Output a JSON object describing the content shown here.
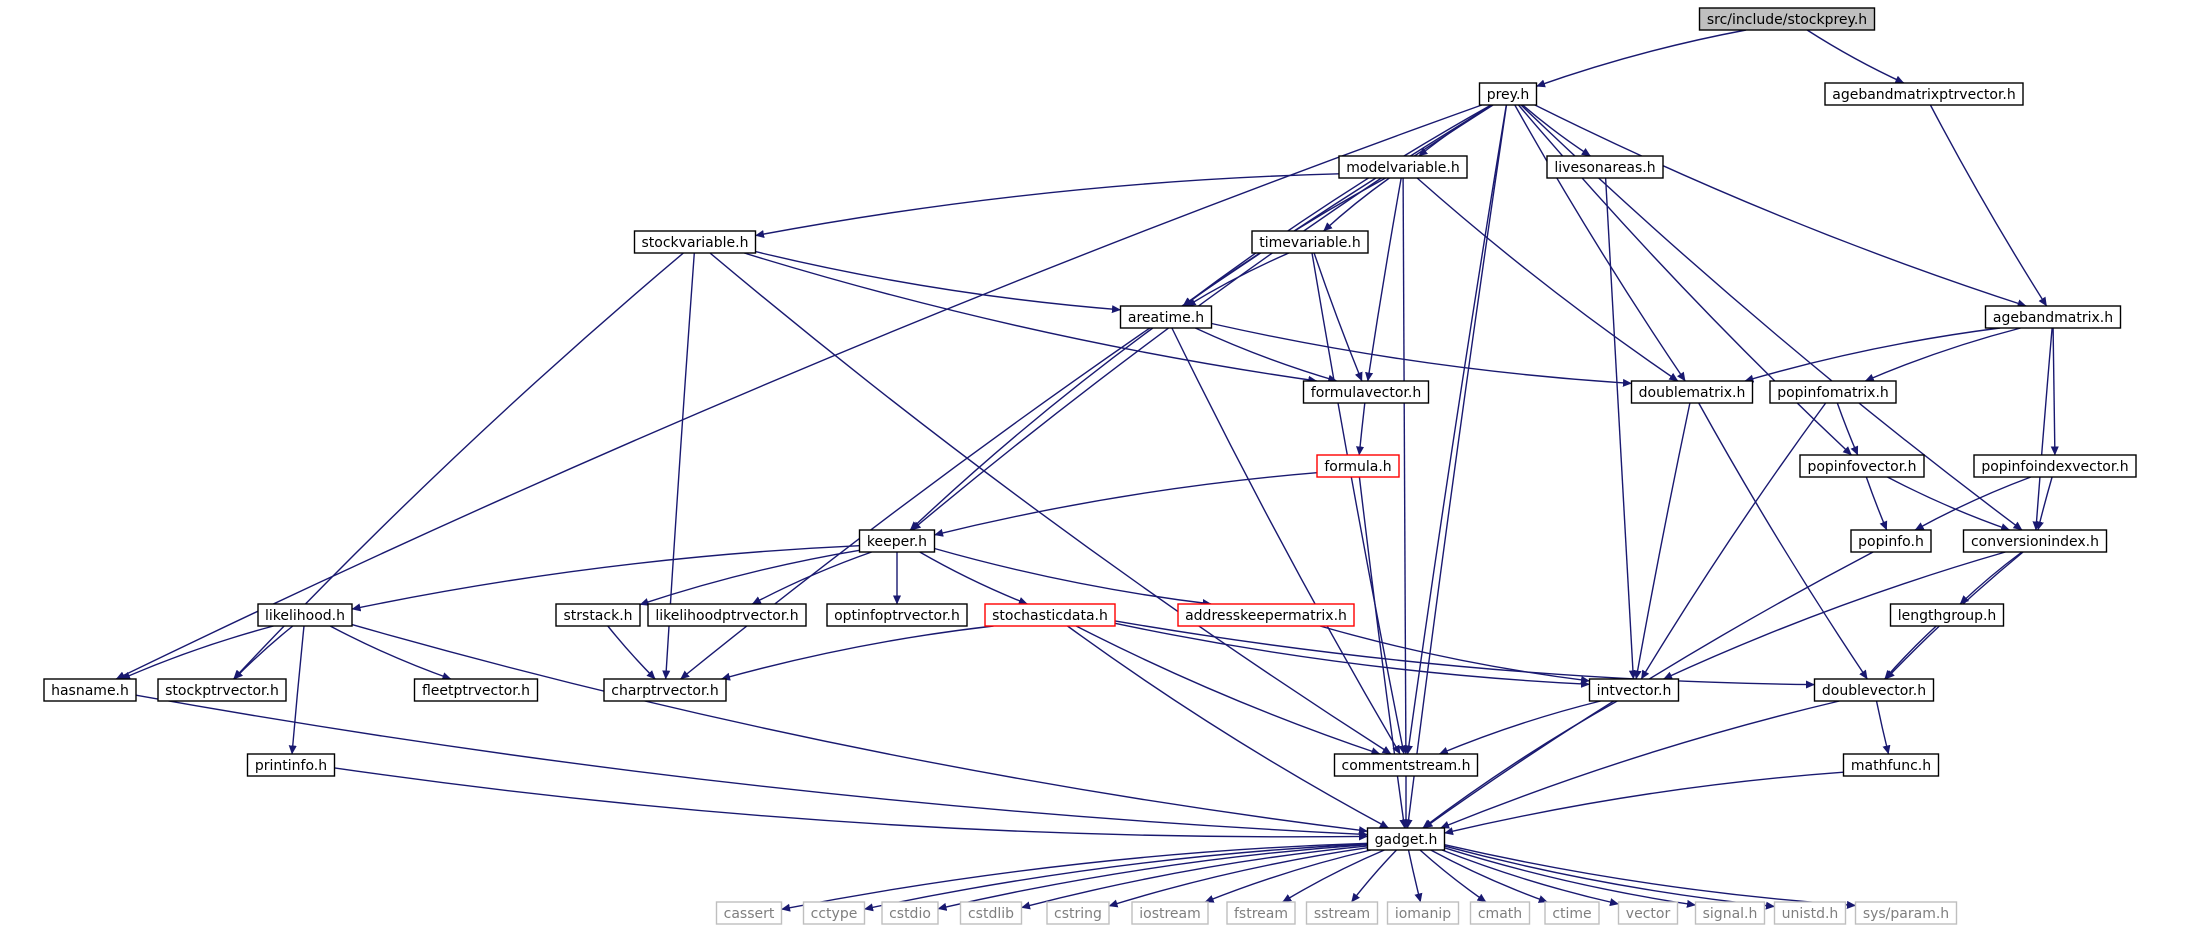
{
  "nodes": [
    {
      "id": "root",
      "label": "src/include/stockprey.h",
      "style": "root"
    },
    {
      "id": "prey",
      "label": "prey.h",
      "style": "normal"
    },
    {
      "id": "agebandmatrixptrvector",
      "label": "agebandmatrixptrvector.h",
      "style": "normal"
    },
    {
      "id": "modelvariable",
      "label": "modelvariable.h",
      "style": "normal"
    },
    {
      "id": "livesonareas",
      "label": "livesonareas.h",
      "style": "normal"
    },
    {
      "id": "stockvariable",
      "label": "stockvariable.h",
      "style": "normal"
    },
    {
      "id": "timevariable",
      "label": "timevariable.h",
      "style": "normal"
    },
    {
      "id": "agebandmatrix",
      "label": "agebandmatrix.h",
      "style": "normal"
    },
    {
      "id": "areatime",
      "label": "areatime.h",
      "style": "normal"
    },
    {
      "id": "formulavector",
      "label": "formulavector.h",
      "style": "normal"
    },
    {
      "id": "doublematrix",
      "label": "doublematrix.h",
      "style": "normal"
    },
    {
      "id": "popinfomatrix",
      "label": "popinfomatrix.h",
      "style": "normal"
    },
    {
      "id": "formula",
      "label": "formula.h",
      "style": "red"
    },
    {
      "id": "popinfovector",
      "label": "popinfovector.h",
      "style": "normal"
    },
    {
      "id": "popinfoindexvector",
      "label": "popinfoindexvector.h",
      "style": "normal"
    },
    {
      "id": "keeper",
      "label": "keeper.h",
      "style": "normal"
    },
    {
      "id": "popinfo",
      "label": "popinfo.h",
      "style": "normal"
    },
    {
      "id": "conversionindex",
      "label": "conversionindex.h",
      "style": "normal"
    },
    {
      "id": "likelihood",
      "label": "likelihood.h",
      "style": "normal"
    },
    {
      "id": "strstack",
      "label": "strstack.h",
      "style": "normal"
    },
    {
      "id": "likelihoodptrvector",
      "label": "likelihoodptrvector.h",
      "style": "normal"
    },
    {
      "id": "optinfoptrvector",
      "label": "optinfoptrvector.h",
      "style": "normal"
    },
    {
      "id": "stochasticdata",
      "label": "stochasticdata.h",
      "style": "red"
    },
    {
      "id": "addresskeepermatrix",
      "label": "addresskeepermatrix.h",
      "style": "red"
    },
    {
      "id": "lengthgroup",
      "label": "lengthgroup.h",
      "style": "normal"
    },
    {
      "id": "hasname",
      "label": "hasname.h",
      "style": "normal"
    },
    {
      "id": "stockptrvector",
      "label": "stockptrvector.h",
      "style": "normal"
    },
    {
      "id": "fleetptrvector",
      "label": "fleetptrvector.h",
      "style": "normal"
    },
    {
      "id": "charptrvector",
      "label": "charptrvector.h",
      "style": "normal"
    },
    {
      "id": "intvector",
      "label": "intvector.h",
      "style": "normal"
    },
    {
      "id": "doublevector",
      "label": "doublevector.h",
      "style": "normal"
    },
    {
      "id": "printinfo",
      "label": "printinfo.h",
      "style": "normal"
    },
    {
      "id": "commentstream",
      "label": "commentstream.h",
      "style": "normal"
    },
    {
      "id": "mathfunc",
      "label": "mathfunc.h",
      "style": "normal"
    },
    {
      "id": "gadget",
      "label": "gadget.h",
      "style": "normal"
    },
    {
      "id": "cassert",
      "label": "cassert",
      "style": "ext"
    },
    {
      "id": "cctype",
      "label": "cctype",
      "style": "ext"
    },
    {
      "id": "cstdio",
      "label": "cstdio",
      "style": "ext"
    },
    {
      "id": "cstdlib",
      "label": "cstdlib",
      "style": "ext"
    },
    {
      "id": "cstring",
      "label": "cstring",
      "style": "ext"
    },
    {
      "id": "iostream",
      "label": "iostream",
      "style": "ext"
    },
    {
      "id": "fstream",
      "label": "fstream",
      "style": "ext"
    },
    {
      "id": "sstream",
      "label": "sstream",
      "style": "ext"
    },
    {
      "id": "iomanip",
      "label": "iomanip",
      "style": "ext"
    },
    {
      "id": "cmath",
      "label": "cmath",
      "style": "ext"
    },
    {
      "id": "ctime",
      "label": "ctime",
      "style": "ext"
    },
    {
      "id": "vector",
      "label": "vector",
      "style": "ext"
    },
    {
      "id": "signal",
      "label": "signal.h",
      "style": "ext"
    },
    {
      "id": "unistd",
      "label": "unistd.h",
      "style": "ext"
    },
    {
      "id": "sysparam",
      "label": "sys/param.h",
      "style": "ext"
    }
  ],
  "edges": [
    [
      "root",
      "prey"
    ],
    [
      "root",
      "agebandmatrixptrvector"
    ],
    [
      "prey",
      "modelvariable"
    ],
    [
      "prey",
      "livesonareas"
    ],
    [
      "prey",
      "agebandmatrix"
    ],
    [
      "prey",
      "areatime"
    ],
    [
      "prey",
      "doublematrix"
    ],
    [
      "prey",
      "popinfovector"
    ],
    [
      "prey",
      "conversionindex"
    ],
    [
      "prey",
      "keeper"
    ],
    [
      "prey",
      "hasname"
    ],
    [
      "prey",
      "charptrvector"
    ],
    [
      "prey",
      "commentstream"
    ],
    [
      "prey",
      "gadget"
    ],
    [
      "agebandmatrixptrvector",
      "agebandmatrix"
    ],
    [
      "modelvariable",
      "stockvariable"
    ],
    [
      "modelvariable",
      "timevariable"
    ],
    [
      "modelvariable",
      "areatime"
    ],
    [
      "modelvariable",
      "formulavector"
    ],
    [
      "modelvariable",
      "doublematrix"
    ],
    [
      "modelvariable",
      "commentstream"
    ],
    [
      "livesonareas",
      "intvector"
    ],
    [
      "stockvariable",
      "areatime"
    ],
    [
      "stockvariable",
      "formulavector"
    ],
    [
      "stockvariable",
      "stockptrvector"
    ],
    [
      "stockvariable",
      "charptrvector"
    ],
    [
      "stockvariable",
      "commentstream"
    ],
    [
      "timevariable",
      "areatime"
    ],
    [
      "timevariable",
      "formulavector"
    ],
    [
      "timevariable",
      "commentstream"
    ],
    [
      "agebandmatrix",
      "doublematrix"
    ],
    [
      "agebandmatrix",
      "popinfomatrix"
    ],
    [
      "agebandmatrix",
      "popinfoindexvector"
    ],
    [
      "agebandmatrix",
      "conversionindex"
    ],
    [
      "areatime",
      "formulavector"
    ],
    [
      "areatime",
      "doublematrix"
    ],
    [
      "areatime",
      "keeper"
    ],
    [
      "areatime",
      "commentstream"
    ],
    [
      "formulavector",
      "formula"
    ],
    [
      "doublematrix",
      "intvector"
    ],
    [
      "doublematrix",
      "doublevector"
    ],
    [
      "popinfomatrix",
      "popinfovector"
    ],
    [
      "popinfomatrix",
      "intvector"
    ],
    [
      "formula",
      "keeper"
    ],
    [
      "formula",
      "gadget"
    ],
    [
      "popinfovector",
      "popinfo"
    ],
    [
      "popinfovector",
      "conversionindex"
    ],
    [
      "popinfoindexvector",
      "popinfo"
    ],
    [
      "popinfoindexvector",
      "conversionindex"
    ],
    [
      "keeper",
      "likelihood"
    ],
    [
      "keeper",
      "strstack"
    ],
    [
      "keeper",
      "likelihoodptrvector"
    ],
    [
      "keeper",
      "optinfoptrvector"
    ],
    [
      "keeper",
      "stochasticdata"
    ],
    [
      "keeper",
      "addresskeepermatrix"
    ],
    [
      "popinfo",
      "gadget"
    ],
    [
      "conversionindex",
      "lengthgroup"
    ],
    [
      "conversionindex",
      "intvector"
    ],
    [
      "conversionindex",
      "doublevector"
    ],
    [
      "likelihood",
      "hasname"
    ],
    [
      "likelihood",
      "stockptrvector"
    ],
    [
      "likelihood",
      "fleetptrvector"
    ],
    [
      "likelihood",
      "printinfo"
    ],
    [
      "likelihood",
      "gadget"
    ],
    [
      "strstack",
      "charptrvector"
    ],
    [
      "stochasticdata",
      "charptrvector"
    ],
    [
      "stochasticdata",
      "intvector"
    ],
    [
      "stochasticdata",
      "doublevector"
    ],
    [
      "stochasticdata",
      "commentstream"
    ],
    [
      "stochasticdata",
      "gadget"
    ],
    [
      "addresskeepermatrix",
      "intvector"
    ],
    [
      "lengthgroup",
      "doublevector"
    ],
    [
      "hasname",
      "gadget"
    ],
    [
      "intvector",
      "commentstream"
    ],
    [
      "intvector",
      "gadget"
    ],
    [
      "doublevector",
      "mathfunc"
    ],
    [
      "doublevector",
      "gadget"
    ],
    [
      "printinfo",
      "gadget"
    ],
    [
      "commentstream",
      "gadget"
    ],
    [
      "mathfunc",
      "gadget"
    ],
    [
      "gadget",
      "cassert"
    ],
    [
      "gadget",
      "cctype"
    ],
    [
      "gadget",
      "cstdio"
    ],
    [
      "gadget",
      "cstdlib"
    ],
    [
      "gadget",
      "cstring"
    ],
    [
      "gadget",
      "iostream"
    ],
    [
      "gadget",
      "fstream"
    ],
    [
      "gadget",
      "sstream"
    ],
    [
      "gadget",
      "iomanip"
    ],
    [
      "gadget",
      "cmath"
    ],
    [
      "gadget",
      "ctime"
    ],
    [
      "gadget",
      "vector"
    ],
    [
      "gadget",
      "signal"
    ],
    [
      "gadget",
      "unistd"
    ],
    [
      "gadget",
      "sysparam"
    ]
  ],
  "colors": {
    "edge": "#191970",
    "node_border": "#000000",
    "red_border": "#ff0000",
    "ext_border": "#bfbfbf",
    "ext_text": "#7f7f7f",
    "root_fill": "#bfbfbf"
  }
}
